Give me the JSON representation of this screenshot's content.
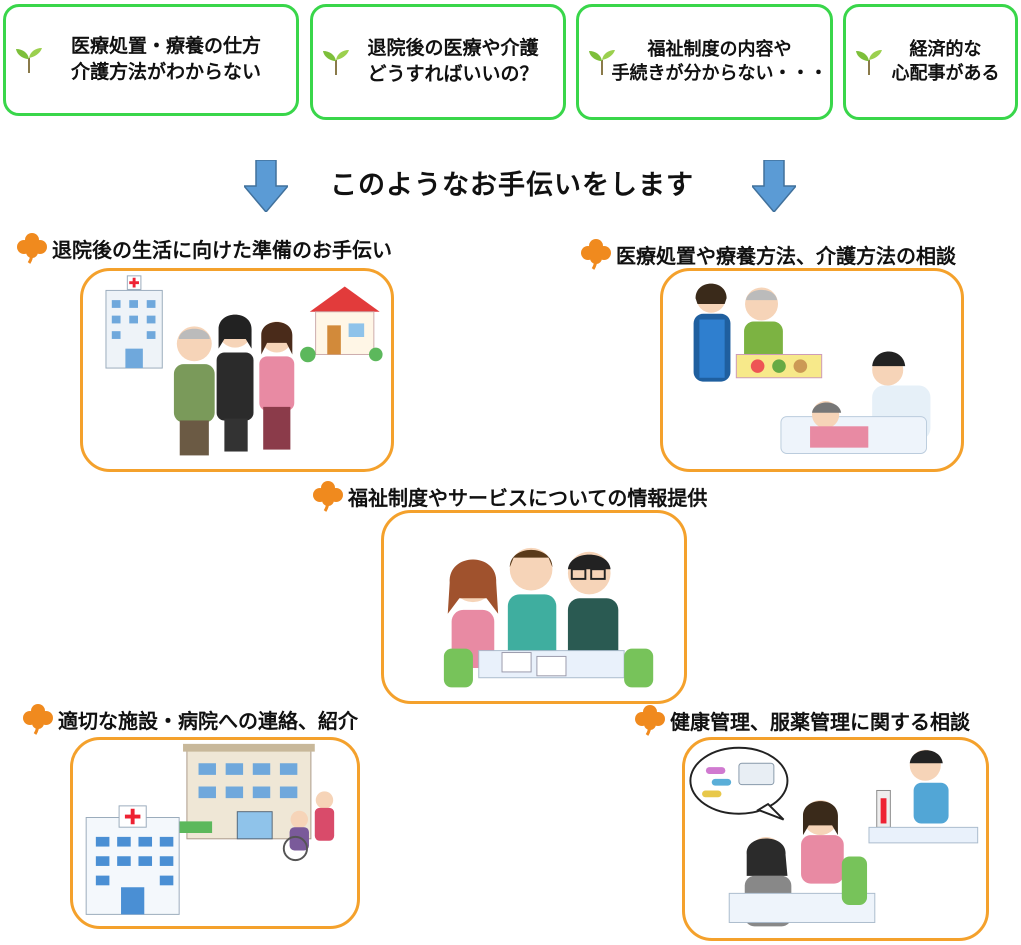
{
  "colors": {
    "concern_border": "#39d64a",
    "frame_border": "#f4a12c",
    "arrow": "#5b9bd5",
    "clover": "#f08a1e",
    "sprout": "#7dbf3a"
  },
  "concerns": [
    {
      "line1": "医療処置・療養の仕方",
      "line2": "介護方法がわからない",
      "icon": "sprout-icon"
    },
    {
      "line1": "退院後の医療や介護",
      "line2": "どうすればいいの？",
      "icon": "sprout-icon"
    },
    {
      "line1": "福祉制度の内容や",
      "line2": "手続きが分からない・・・",
      "icon": "sprout-icon"
    },
    {
      "line1": "経済的な",
      "line2": "心配事がある",
      "icon": "sprout-icon"
    }
  ],
  "headline": "このようなお手伝いをします",
  "services": [
    {
      "title": "退院後の生活に向けた準備のお手伝い",
      "icon": "clover-icon",
      "illustration": "hospital-family-house"
    },
    {
      "title": "医療処置や療養方法、介護方法の相談",
      "icon": "clover-icon",
      "illustration": "nurse-care"
    },
    {
      "title": "福祉制度やサービスについての情報提供",
      "icon": "clover-icon",
      "illustration": "consultation-table"
    },
    {
      "title": "適切な施設・病院への連絡、紹介",
      "icon": "clover-icon",
      "illustration": "facility-hospital"
    },
    {
      "title": "健康管理、服薬管理に関する相談",
      "icon": "clover-icon",
      "illustration": "medication-blood-pressure"
    }
  ]
}
